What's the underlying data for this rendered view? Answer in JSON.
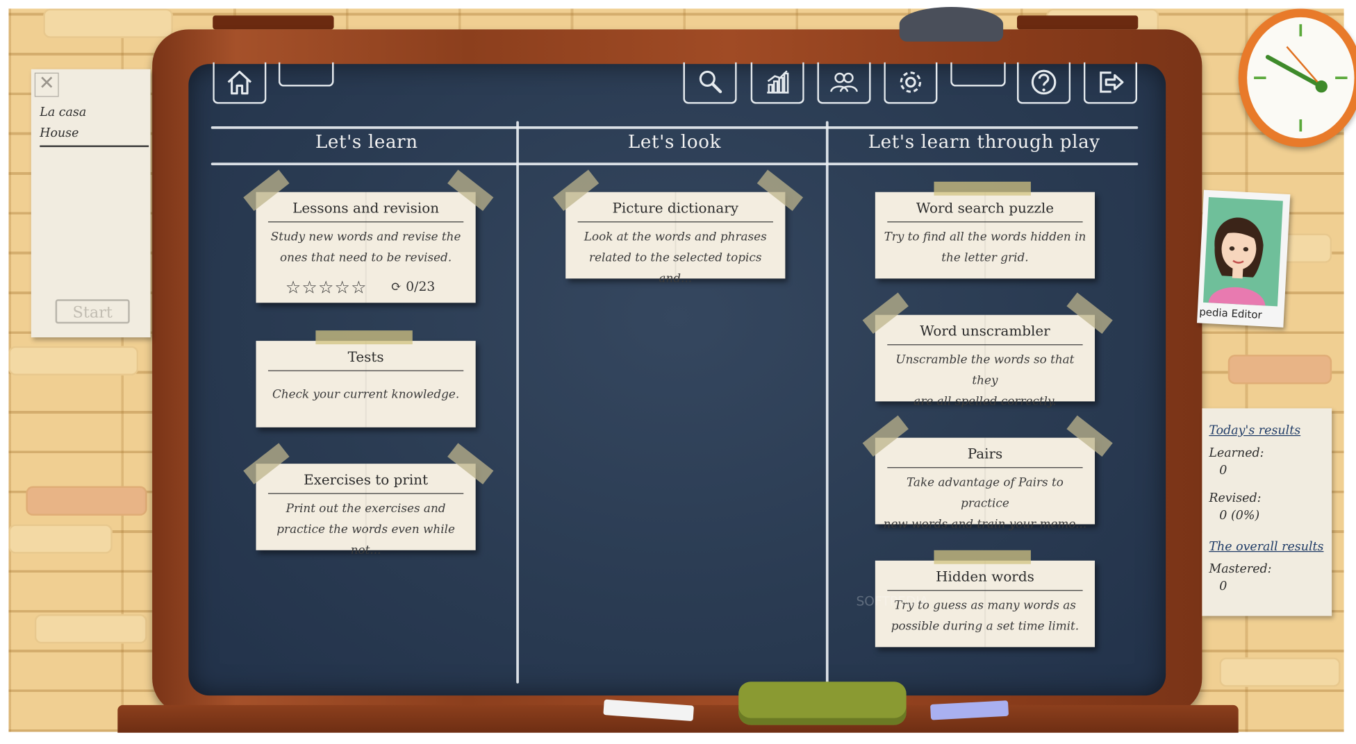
{
  "toolbar": {
    "left": [
      {
        "name": "home-button",
        "icon": "home-icon"
      },
      {
        "name": "blank-tab-button",
        "icon": ""
      }
    ],
    "right": [
      {
        "name": "search-button",
        "icon": "search-icon"
      },
      {
        "name": "statistics-button",
        "icon": "bar-chart-icon"
      },
      {
        "name": "users-button",
        "icon": "users-icon"
      },
      {
        "name": "settings-button",
        "icon": "gear-icon"
      },
      {
        "name": "blank-button",
        "icon": ""
      },
      {
        "name": "help-button",
        "icon": "help-icon"
      },
      {
        "name": "exit-button",
        "icon": "exit-icon"
      }
    ]
  },
  "columns": {
    "learn": "Let's learn",
    "look": "Let's look",
    "play": "Let's learn through play"
  },
  "cards": {
    "lessons": {
      "title": "Lessons and revision",
      "desc_line1": "Study new words and revise the",
      "desc_line2": "ones that need to be revised.",
      "stars": "☆☆☆☆☆",
      "count": "0/23"
    },
    "tests": {
      "title": "Tests",
      "desc": "Check your current knowledge."
    },
    "print": {
      "title": "Exercises to print",
      "desc_line1": "Print out the exercises and",
      "desc_line2": "practice the words even while not..."
    },
    "picture": {
      "title": "Picture dictionary",
      "desc_line1": "Look at the words and phrases",
      "desc_line2": "related to the selected topics and..."
    },
    "wordsearch": {
      "title": "Word search puzzle",
      "desc_line1": "Try to find all the words hidden in",
      "desc_line2": "the letter grid."
    },
    "unscrambler": {
      "title": "Word unscrambler",
      "desc_line1": "Unscramble the words so that they",
      "desc_line2": "are all spelled correctly."
    },
    "pairs": {
      "title": "Pairs",
      "desc_line1": "Take advantage of Pairs to practice",
      "desc_line2": "new words and train your memo..."
    },
    "hidden": {
      "title": "Hidden words",
      "desc_line1": "Try to guess as many words as",
      "desc_line2": "possible during a set time limit."
    }
  },
  "left_note": {
    "close": "✕",
    "word": "La casa",
    "translation": "House",
    "start": "Start"
  },
  "right_note": {
    "today_link": "Today's results",
    "learned_label": "Learned:",
    "learned_value": "0",
    "revised_label": "Revised:",
    "revised_value": "0 (0%)",
    "overall_link": "The overall results",
    "mastered_label": "Mastered:",
    "mastered_value": "0"
  },
  "photo": {
    "caption": "pedia Editor"
  },
  "watermark": "SOFTPEDIA",
  "colors": {
    "board": "#2a3b52",
    "frame": "#8c3f1d",
    "paper": "#f3ede0",
    "chalk": "#e9eef2",
    "clock_rim": "#e87a2a"
  }
}
